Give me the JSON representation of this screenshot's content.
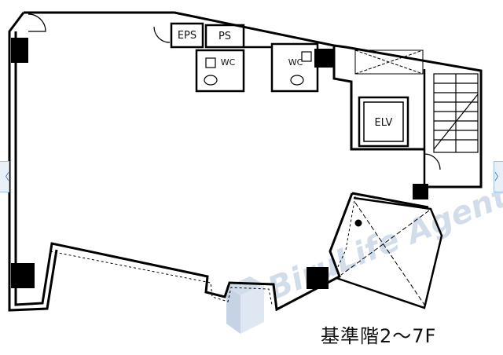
{
  "rooms": {
    "eps": "EPS",
    "ps": "PS",
    "wc_left": "WC",
    "wc_right": "WC",
    "elv": "ELV"
  },
  "watermark": "BiruLife Agent",
  "caption": "基準階2～7F",
  "nav": {
    "prev": "〈",
    "next": "〉"
  },
  "colors": {
    "wall": "#000000",
    "watermark": "#9db6d3"
  }
}
